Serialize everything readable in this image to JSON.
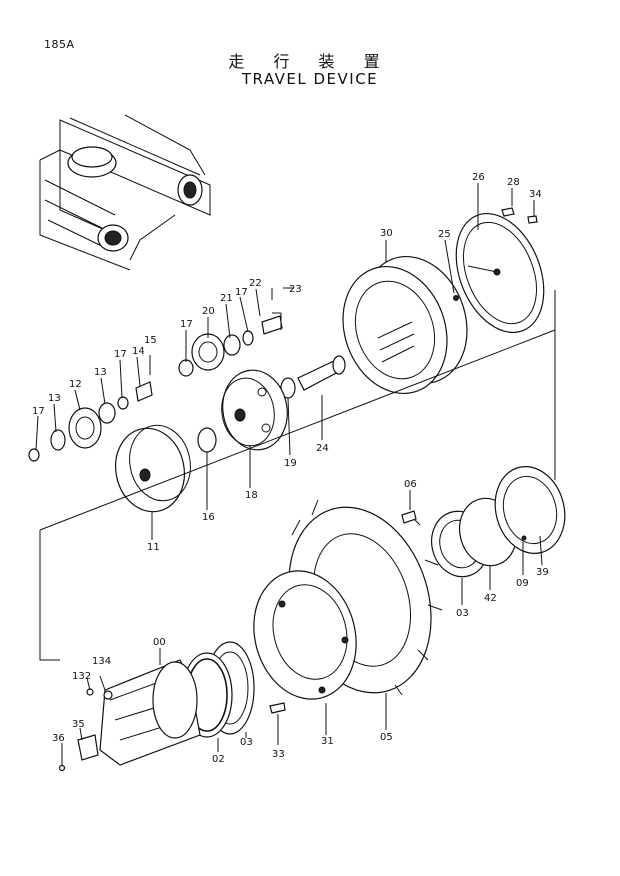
{
  "page_number": "185A",
  "title_jp": "走 行 装 置",
  "title_en": "TRAVEL DEVICE",
  "part_labels": [
    "26",
    "28",
    "34",
    "30",
    "25",
    "22",
    "23",
    "21",
    "17",
    "20",
    "17",
    "15",
    "14",
    "17",
    "13",
    "12",
    "13",
    "17",
    "11",
    "16",
    "18",
    "19",
    "24",
    "06",
    "03",
    "42",
    "09",
    "39",
    "00",
    "134",
    "132",
    "35",
    "36",
    "02",
    "03",
    "33",
    "31",
    "05"
  ]
}
